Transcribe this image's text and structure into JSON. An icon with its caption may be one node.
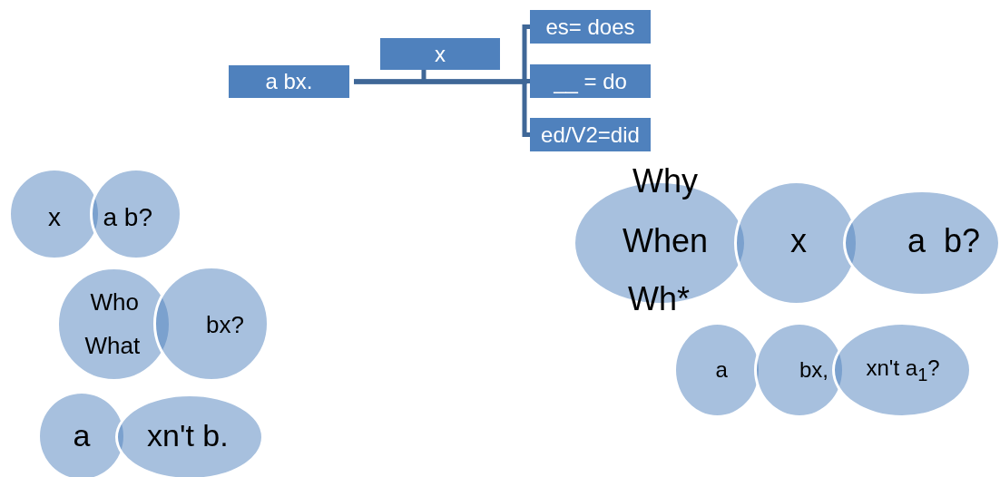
{
  "diagram": {
    "nodes": [
      {
        "text": [
          "a bx."
        ]
      },
      {
        "text": [
          "x"
        ]
      },
      {
        "text": [
          "es= does"
        ]
      },
      {
        "text": [
          "__ = do"
        ]
      },
      {
        "text": [
          "ed/V2=did"
        ]
      },
      {
        "text": [
          "x"
        ]
      },
      {
        "text": [
          "a b?"
        ]
      },
      {
        "text": [
          "Who",
          "What"
        ]
      },
      {
        "text": [
          "bx?"
        ]
      },
      {
        "text": [
          "a"
        ]
      },
      {
        "text": [
          "xn't b."
        ]
      },
      {
        "text": [
          "Why",
          "When",
          "Wh*"
        ]
      },
      {
        "text": [
          "x"
        ]
      },
      {
        "text": [
          "a  b?"
        ]
      },
      {
        "text": [
          "a"
        ]
      },
      {
        "text": [
          "bx,"
        ]
      },
      {
        "text": [
          "xn't a$_{1}$?"
        ]
      }
    ],
    "edges": [
      {
        "from": 0,
        "to": 2,
        "arrow": "none"
      },
      {
        "from": 0,
        "to": 3,
        "arrow": "none"
      },
      {
        "from": 0,
        "to": 4,
        "arrow": "none"
      },
      {
        "from": 1,
        "to": null,
        "arrow": "none"
      }
    ]
  }
}
